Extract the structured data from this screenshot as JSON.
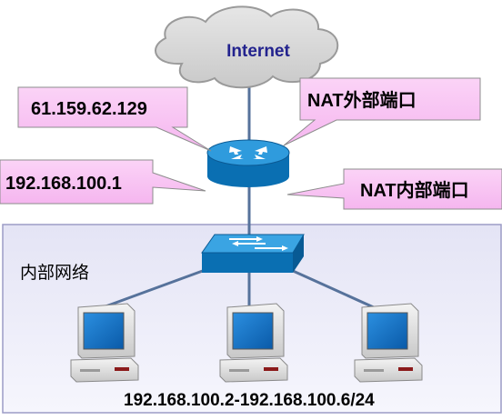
{
  "cloud": {
    "label": "Internet"
  },
  "callouts": {
    "public_ip": "61.159.62.129",
    "nat_external_port": "NAT外部端口",
    "gateway_ip": "192.168.100.1",
    "nat_internal_port": "NAT内部端口"
  },
  "lan": {
    "title": "内部网络",
    "address_range": "192.168.100.2-192.168.100.6/24"
  },
  "colors": {
    "callout_fill": "#f9c3f4",
    "callout_border": "#8d8d8d",
    "cloud_fill": "#d7d7d7",
    "lan_background": "#eaeaf7",
    "lan_border": "#9c9cc6",
    "device_blue": "#1380c7",
    "link_line": "#56729b",
    "internet_text": "#23238e"
  }
}
